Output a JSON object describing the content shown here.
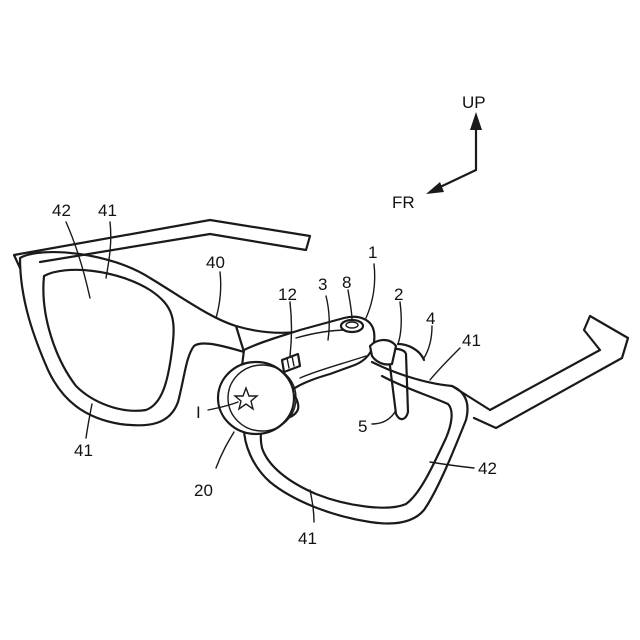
{
  "labels": {
    "up": "UP",
    "fr": "FR",
    "n42_left": "42",
    "n41_top_left": "41",
    "n40": "40",
    "n1": "1",
    "n12": "12",
    "n3": "3",
    "n8": "8",
    "n2": "2",
    "n4": "4",
    "n41_right": "41",
    "n41_bottom_left": "41",
    "n20": "20",
    "roman_i": "I",
    "n5": "5",
    "n42_right": "42",
    "n41_bottom": "41"
  }
}
